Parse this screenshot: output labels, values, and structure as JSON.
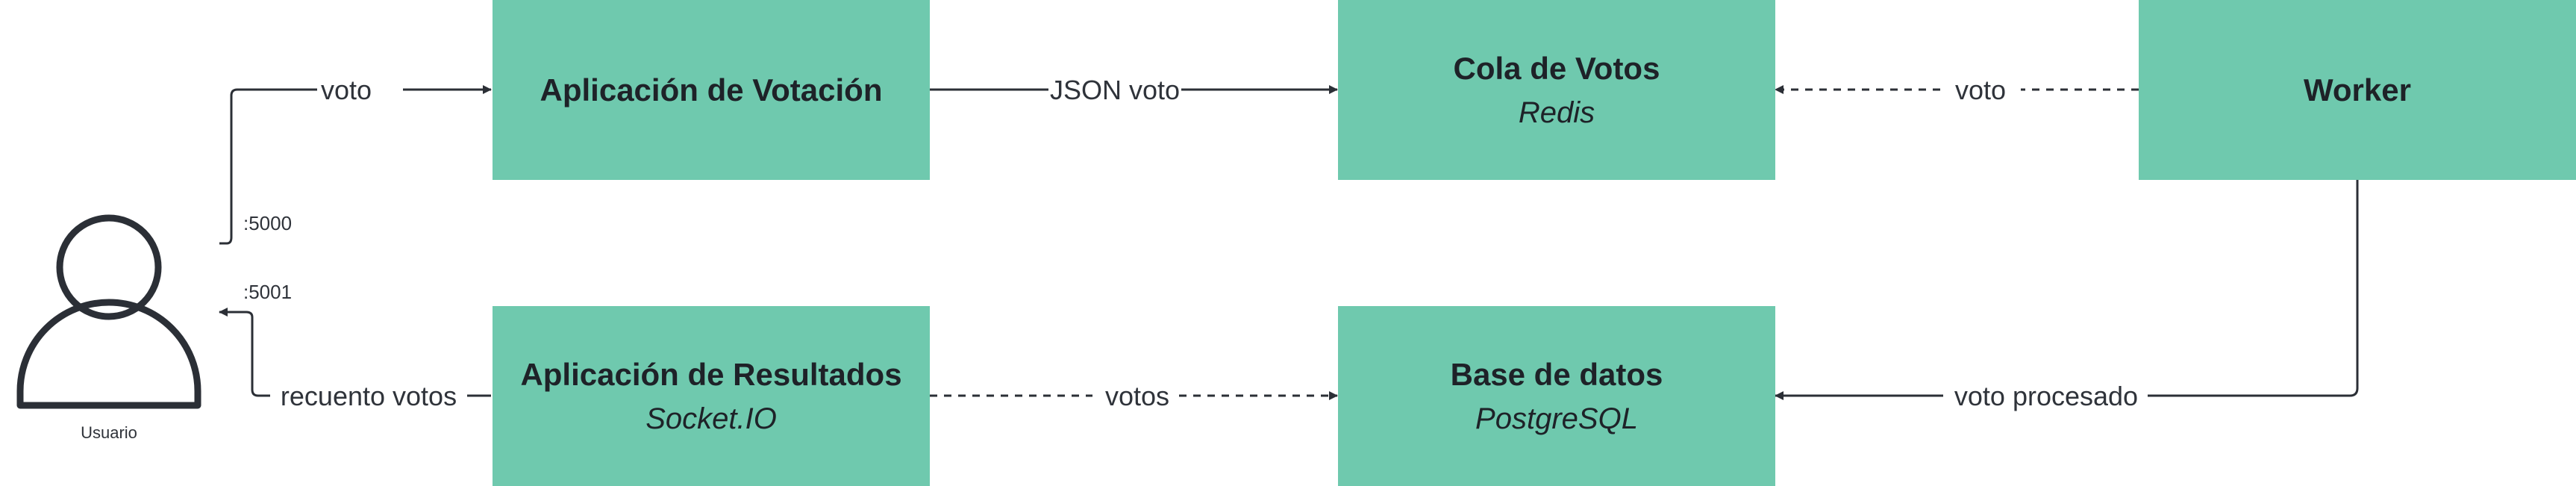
{
  "colors": {
    "node_fill": "#6fc9ae",
    "stroke": "#2b2f36",
    "background": "#ffffff"
  },
  "user": {
    "icon": "user-icon",
    "label": "Usuario"
  },
  "nodes": {
    "voting_app": {
      "title": "Aplicación de Votación",
      "subtitle": ""
    },
    "vote_queue": {
      "title": "Cola de Votos",
      "subtitle": "Redis"
    },
    "worker": {
      "title": "Worker",
      "subtitle": ""
    },
    "results_app": {
      "title": "Aplicación de Resultados",
      "subtitle": "Socket.IO"
    },
    "database": {
      "title": "Base de datos",
      "subtitle": "PostgreSQL"
    }
  },
  "edges": {
    "user_to_voting": {
      "label": "voto",
      "port": ":5000",
      "style": "solid"
    },
    "voting_to_queue": {
      "label": "JSON voto",
      "style": "solid"
    },
    "worker_to_queue": {
      "label": "voto",
      "style": "dashed"
    },
    "worker_to_db": {
      "label": "voto procesado",
      "style": "solid"
    },
    "results_to_db": {
      "label": "votos",
      "style": "dashed"
    },
    "results_to_user": {
      "label": "recuento votos",
      "port": ":5001",
      "style": "solid"
    }
  }
}
